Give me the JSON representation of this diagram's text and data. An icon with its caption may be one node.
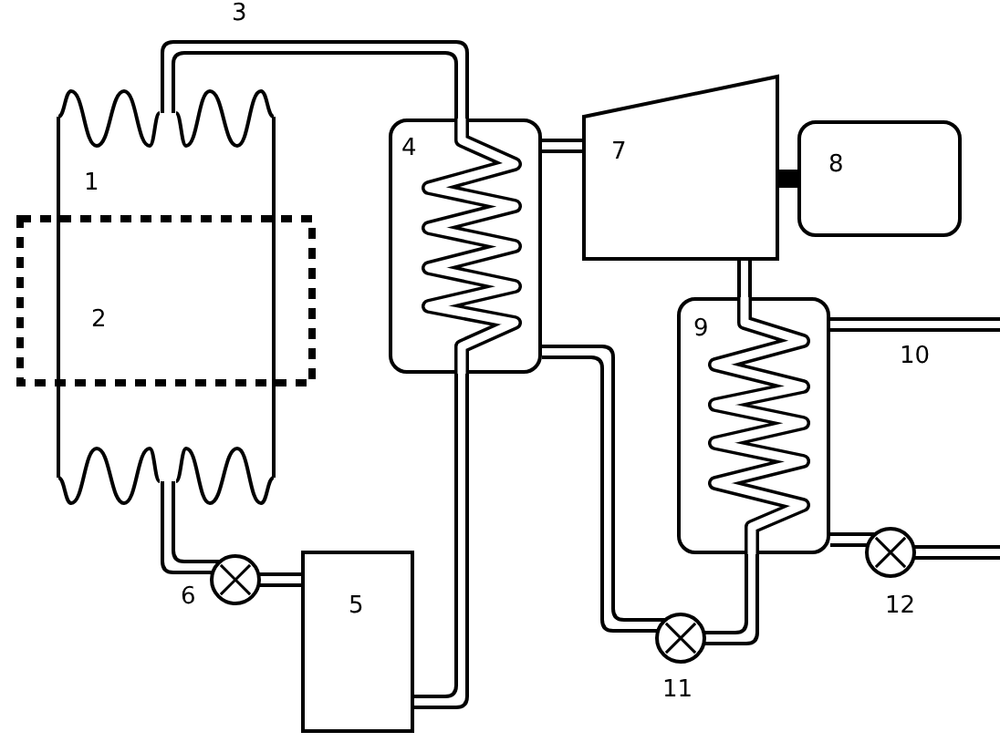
{
  "diagram": {
    "nodes": [
      {
        "text": [
          "1"
        ]
      },
      {
        "text": [
          "2"
        ]
      },
      {
        "text": [
          "4"
        ]
      },
      {
        "text": [
          "5"
        ]
      },
      {
        "text": [],
        "shape": "circle",
        "beside": [
          "6"
        ]
      },
      {
        "text": [
          "7"
        ]
      },
      {
        "text": [
          "8"
        ]
      },
      {
        "text": [
          "9"
        ]
      },
      {
        "text": [],
        "shape": "circle",
        "beside": [
          "11"
        ]
      },
      {
        "text": [],
        "shape": "circle",
        "beside": [
          "12"
        ]
      }
    ],
    "edges": [
      {
        "from": 0,
        "to": 2,
        "arrow": "none",
        "label": "3"
      },
      {
        "from": 2,
        "to": 3,
        "arrow": "none"
      },
      {
        "from": 3,
        "to": 4,
        "arrow": "none"
      },
      {
        "from": 4,
        "to": 0,
        "arrow": "none"
      },
      {
        "from": 2,
        "to": 5,
        "arrow": "none"
      },
      {
        "from": 5,
        "to": 7,
        "arrow": "none"
      },
      {
        "from": 7,
        "to": 8,
        "arrow": "none"
      },
      {
        "from": 8,
        "to": 2,
        "arrow": "none"
      },
      {
        "from": 5,
        "to": 6,
        "arrow": "none",
        "style": "thick"
      },
      {
        "from": 7,
        "to": null,
        "arrow": "none",
        "label": "10"
      },
      {
        "from": 7,
        "to": 9,
        "arrow": "none"
      },
      {
        "from": 9,
        "to": null,
        "arrow": "none"
      }
    ]
  }
}
